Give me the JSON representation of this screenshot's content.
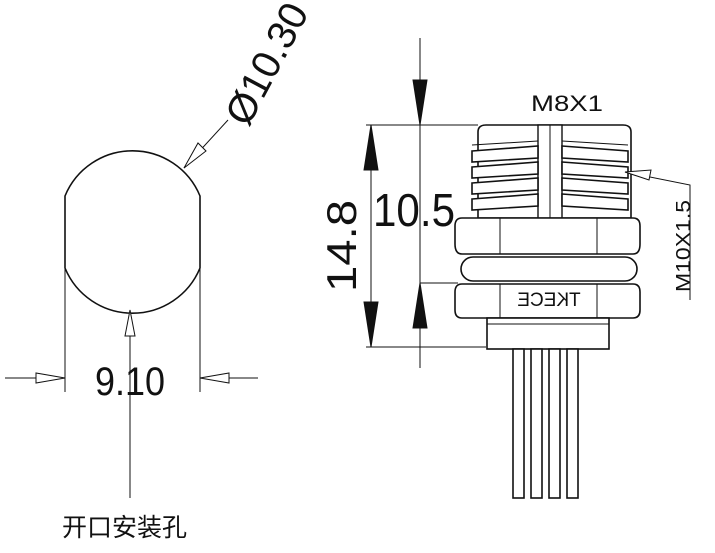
{
  "left_view": {
    "diameter_label": "Ø10.30",
    "width_label": "9.10",
    "caption": "开口安装孔"
  },
  "right_view": {
    "thread_top_label": "M8X1",
    "thread_side_label": "M10X1.5",
    "height_total_label": "14.8",
    "height_partial_label": "10.5",
    "brand_label": "TKECE"
  }
}
